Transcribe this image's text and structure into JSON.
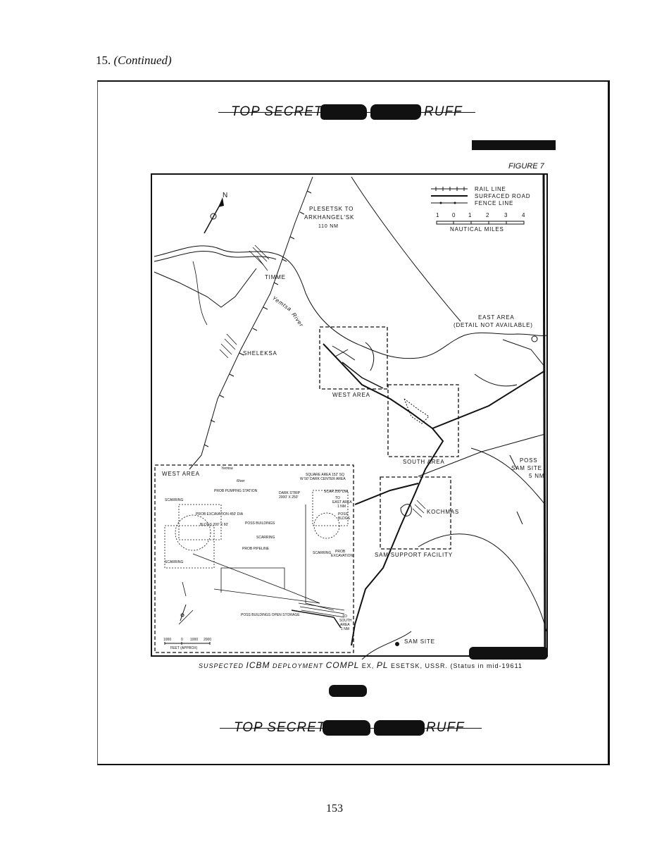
{
  "page": {
    "section_number": "15.",
    "section_note": "(Continued)",
    "page_number": "153"
  },
  "banner_top": {
    "prefix": "TOP SECRET",
    "suffix": "RUFF"
  },
  "banner_bottom": {
    "prefix": "TOP SECRET",
    "suffix": "RUFF"
  },
  "figure": {
    "label": "FIGURE 7",
    "caption_parts": [
      "SUSPECTED",
      "ICBM",
      "DEPLOYMENT",
      "COMPL",
      "EX,",
      "PL",
      "ESETSK, USSR. (Status in mid-19611"
    ]
  },
  "map": {
    "legend": {
      "rail": "RAIL LINE",
      "road": "SURFACED ROAD",
      "fence": "FENCE LINE",
      "scale_ticks": [
        "1",
        "0",
        "1",
        "2",
        "3",
        "4"
      ],
      "scale_unit": "NAUTICAL MILES"
    },
    "north": "N",
    "note_line1": "PLESETSK TO",
    "note_line2": "ARKHANGEL'SK",
    "note_line3": "110 NM",
    "timme": "TIMME",
    "river1": "Yemtsa",
    "river2": "River",
    "sheleksa": "SHELEKSA",
    "east_area": "EAST AREA",
    "east_note": "(DETAIL NOT AVAILABLE)",
    "west_area": "WEST AREA",
    "south_area": "SOUTH AREA",
    "poss_sam_1": "POSS",
    "poss_sam_2": "SAM SITE",
    "poss_sam_3": "5 NM",
    "kochmas": "KOCHMAS",
    "sam_support": "SAM SUPPORT FACILITY",
    "sam_site": "SAM SITE",
    "inset": {
      "title": "WEST AREA",
      "river": "Yemtsa",
      "river2": "River",
      "square_area_1": "SQUARE AREA 152' SQ",
      "square_area_2": "W 50' DARK CENTER AREA",
      "pumping": "PROB PUMPING STATION",
      "dark_strip_1": "DARK STRIP",
      "dark_strip_2": "2000' X 250'",
      "scar": "SCAR 250' DIA",
      "to_east_1": "TO",
      "to_east_2": "EAST AREA",
      "to_east_3": "1 NM",
      "scarring_1": "SCARRING",
      "excavation_450": "PROB EXCAVATION 450' DIA",
      "bldgs": "BLDGS 200' X 60'",
      "poss_buildings": "POSS BUILDINGS",
      "poss_bldgs_1": "POSS",
      "poss_bldgs_2": "BLDGS",
      "scarring_2": "SCARRING",
      "pipeline": "PROB PIPELINE",
      "scarring_3": "SCARRING",
      "prob_exc_1": "PROB",
      "prob_exc_2": "EXCAVATION",
      "scarring_4": "SCARRING",
      "poss_storage": "POSS BUILDINGS OPEN STORAGE",
      "to_south_1": "TO",
      "to_south_2": "SOUTH",
      "to_south_3": "AREA",
      "to_south_4": "1 NM",
      "scale_ticks": [
        "1000",
        "0",
        "1000",
        "2000"
      ],
      "scale_unit": "FEET (APPROX)"
    }
  }
}
